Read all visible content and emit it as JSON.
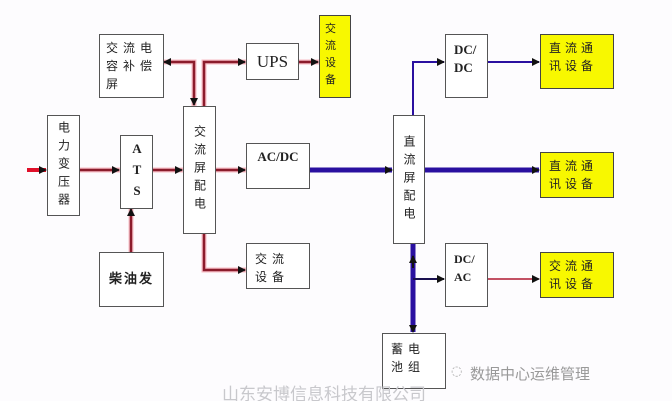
{
  "nodes": {
    "transformer": "电力变压器",
    "ats": "ATS",
    "compensation": "交流电容补偿屏",
    "diesel": "柴油发",
    "ac_panel": "交流屏配电",
    "ups": "UPS",
    "acdc": "AC/DC",
    "ac_equipment_bottom": "交流设备",
    "ac_equipment_top": "交流设备",
    "dc_panel": "直流屏配电",
    "dcdc": "DC/\nDC",
    "dcac": "DC/\nAC",
    "battery": "蓄电池组",
    "dc_comm_1": "直流通讯设备",
    "dc_comm_2": "直流通讯设备",
    "ac_comm": "交流通讯设备"
  },
  "colors": {
    "ac_line": "#8b1c2c",
    "ac_glow": "#f08a9a",
    "dc_line": "#2a10a0",
    "terminal_fill": "#f8f800"
  },
  "watermark": {
    "company": "山东安博信息科技有限公司",
    "account": "数据中心运维管理",
    "icon": "wechat-icon"
  }
}
